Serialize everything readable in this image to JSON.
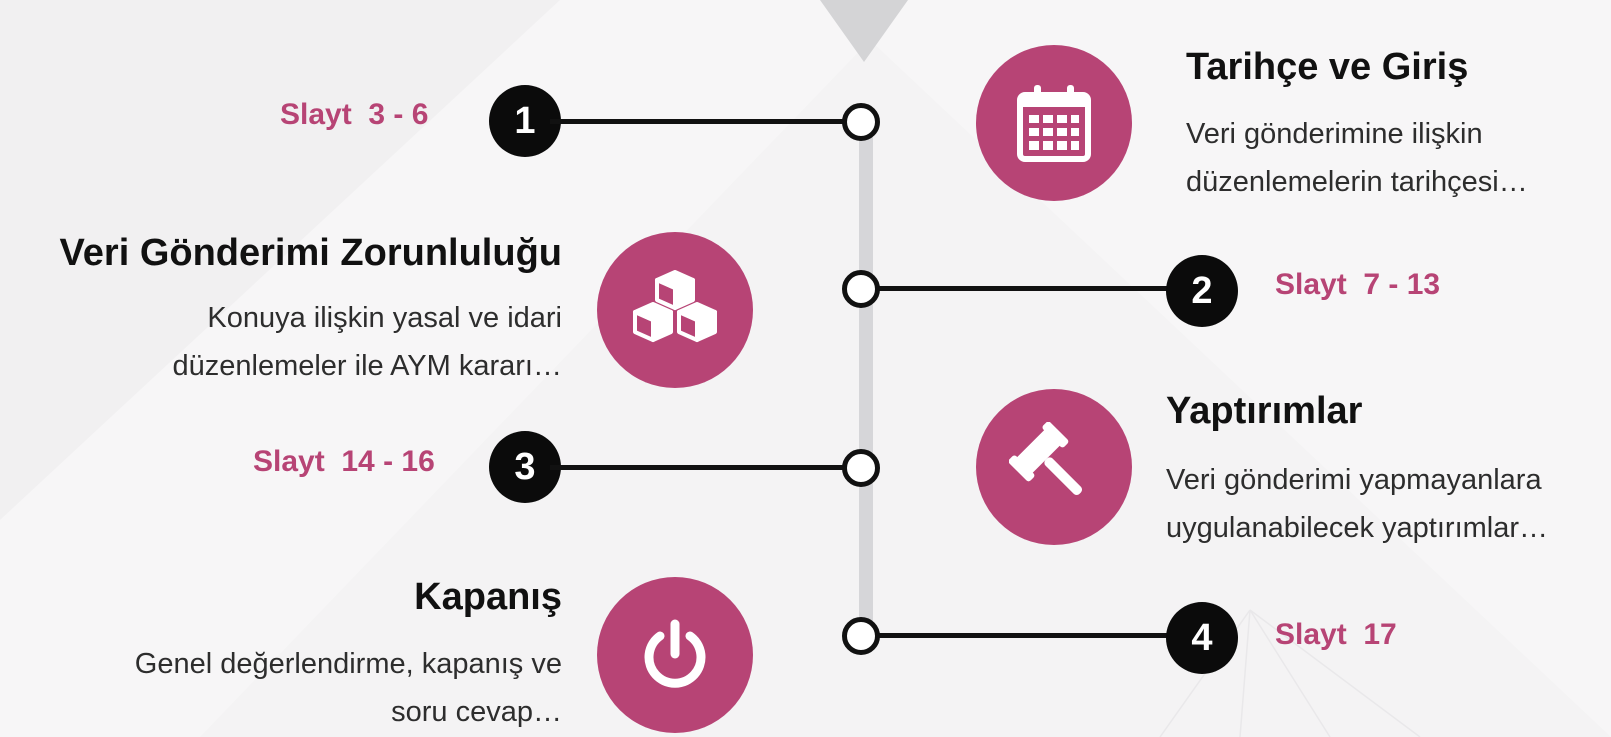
{
  "colors": {
    "accent": "#b74475",
    "node": "#111111",
    "axis": "#d6d6d9",
    "background": "#f7f6f7"
  },
  "steps": [
    {
      "number": "1",
      "slides": "Slayt  3 - 6",
      "title": "Tarihçe ve Giriş",
      "desc_line1": "Veri gönderimine ilişkin",
      "desc_line2": "düzenlemelerin tarihçesi…",
      "icon": "calendar-icon"
    },
    {
      "number": "2",
      "slides": "Slayt  7 - 13",
      "title": "Veri Gönderimi Zorunluluğu",
      "desc_line1": "Konuya ilişkin yasal ve idari",
      "desc_line2": "düzenlemeler ile AYM kararı…",
      "icon": "cubes-icon"
    },
    {
      "number": "3",
      "slides": "Slayt  14 - 16",
      "title": "Yaptırımlar",
      "desc_line1": "Veri gönderimi yapmayanlara",
      "desc_line2": "uygulanabilecek yaptırımlar…",
      "icon": "gavel-icon"
    },
    {
      "number": "4",
      "slides": "Slayt  17",
      "title": "Kapanış",
      "desc_line1": "Genel değerlendirme, kapanış ve",
      "desc_line2": "soru cevap…",
      "icon": "power-icon"
    }
  ]
}
